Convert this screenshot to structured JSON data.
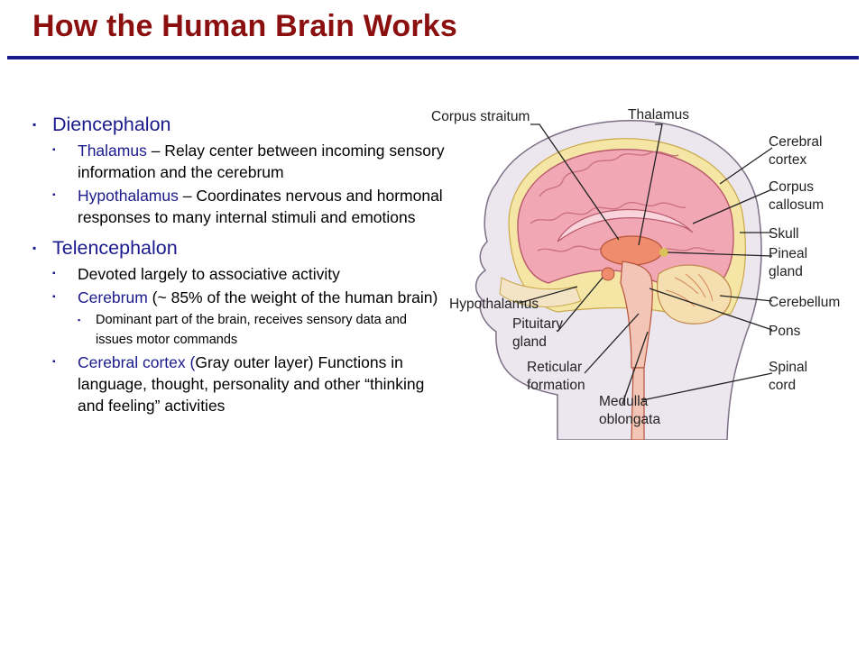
{
  "slide": {
    "title": "How the Human Brain Works"
  },
  "bullets": {
    "diencephalon": {
      "heading": "Diencephalon",
      "thalamus": {
        "term": "Thalamus",
        "text": " – Relay center between incoming sensory information and the cerebrum"
      },
      "hypothalamus": {
        "term": "Hypothalamus",
        "text": " – Coordinates nervous and hormonal responses to many internal stimuli and emotions"
      }
    },
    "telencephalon": {
      "heading": "Telencephalon",
      "associative": "Devoted largely to associative activity",
      "cerebrum": {
        "term": "Cerebrum",
        "text": " (~ 85% of the weight of the human brain)",
        "sub": "Dominant part of the brain, receives sensory data and issues motor commands"
      },
      "cortex": {
        "term": "Cerebral cortex (",
        "text": "Gray outer layer) Functions in language, thought, personality and other “thinking and feeling” activities"
      }
    }
  },
  "diagram": {
    "labels": {
      "corpus_striatum": "Corpus straitum",
      "thalamus": "Thalamus",
      "cerebral_cortex_1": "Cerebral",
      "cerebral_cortex_2": "cortex",
      "corpus_callosum_1": "Corpus",
      "corpus_callosum_2": "callosum",
      "skull": "Skull",
      "pineal_1": "Pineal",
      "pineal_2": "gland",
      "hypothalamus": "Hypothalamus",
      "cerebellum": "Cerebellum",
      "pituitary_1": "Pituitary",
      "pituitary_2": "gland",
      "pons": "Pons",
      "reticular_1": "Reticular",
      "reticular_2": "formation",
      "spinal_1": "Spinal",
      "spinal_2": "cord",
      "medulla_1": "Medulla",
      "medulla_2": "oblongata"
    }
  },
  "colors": {
    "title": "#8b0f0f",
    "accent_blue": "#1a1a8c",
    "skin": "#ece6ef",
    "brain_pink": "#f1a7b4",
    "cerebellum": "#f5deb0"
  }
}
